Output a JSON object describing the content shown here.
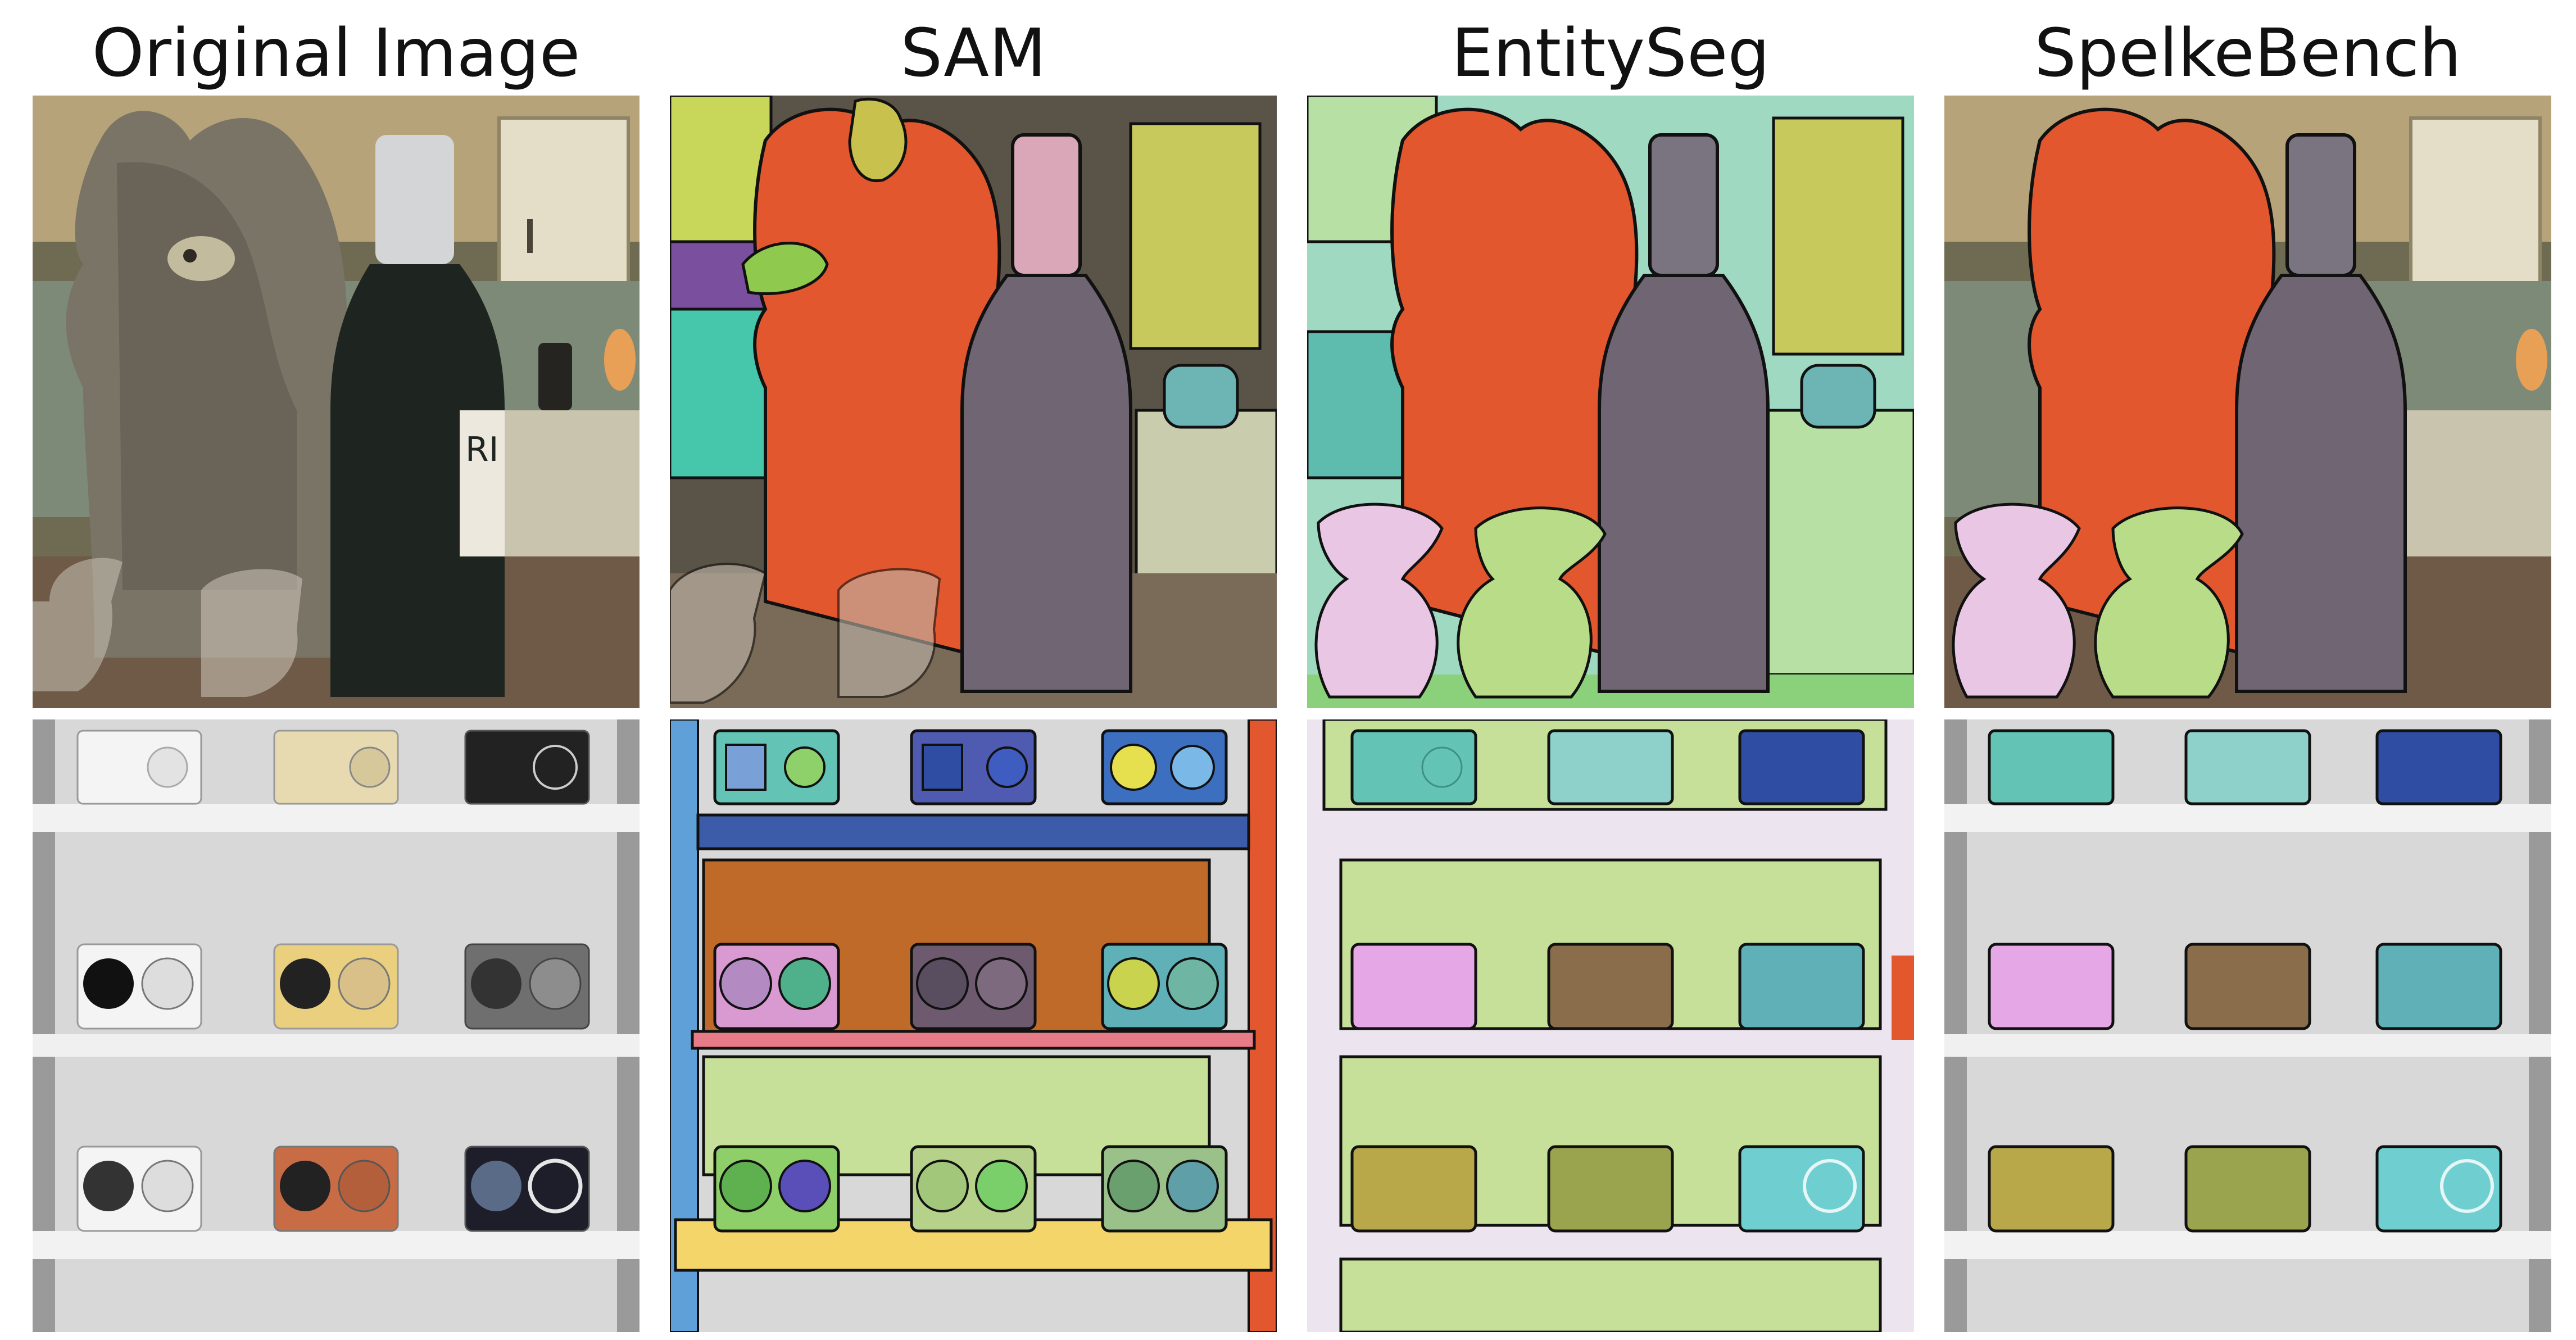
{
  "columns": [
    {
      "title": "Original Image",
      "method": "original"
    },
    {
      "title": "SAM",
      "method": "sam"
    },
    {
      "title": "EntitySeg",
      "method": "entityseg"
    },
    {
      "title": "SpelkeBench",
      "method": "spelkebench"
    }
  ],
  "rows": [
    {
      "scene": "kitchen-cat-wine-bottle",
      "label_text": "RI"
    },
    {
      "scene": "shelf-of-clock-radios"
    }
  ],
  "colors": {
    "cat_mask": "#e2572e",
    "bottle_mask": "#6f6573",
    "sam_bottle_cap": "#d9a7b8",
    "glass_left_mask": "#e9c7e4",
    "glass_right_mask": "#b9dc88",
    "entityseg_background": "#9fd9c2",
    "shelf_background_green": "#c6e09a",
    "sam_top_shelf": "#3c5ba8",
    "sam_middle_wall": "#c06a2a",
    "sam_lower_shelf": "#f3d56a",
    "radio_top_left": "#63c3b4",
    "radio_top_middle": "#8ed1cb",
    "radio_top_right": "#2f4ea3",
    "radio_mid_left": "#e6a7e6",
    "radio_mid_middle": "#8a6e4c",
    "radio_mid_right": "#5fb0b7",
    "radio_bottom_left": "#b8a84a",
    "radio_bottom_middle": "#9aa34e",
    "radio_bottom_right": "#6fcfd0"
  }
}
